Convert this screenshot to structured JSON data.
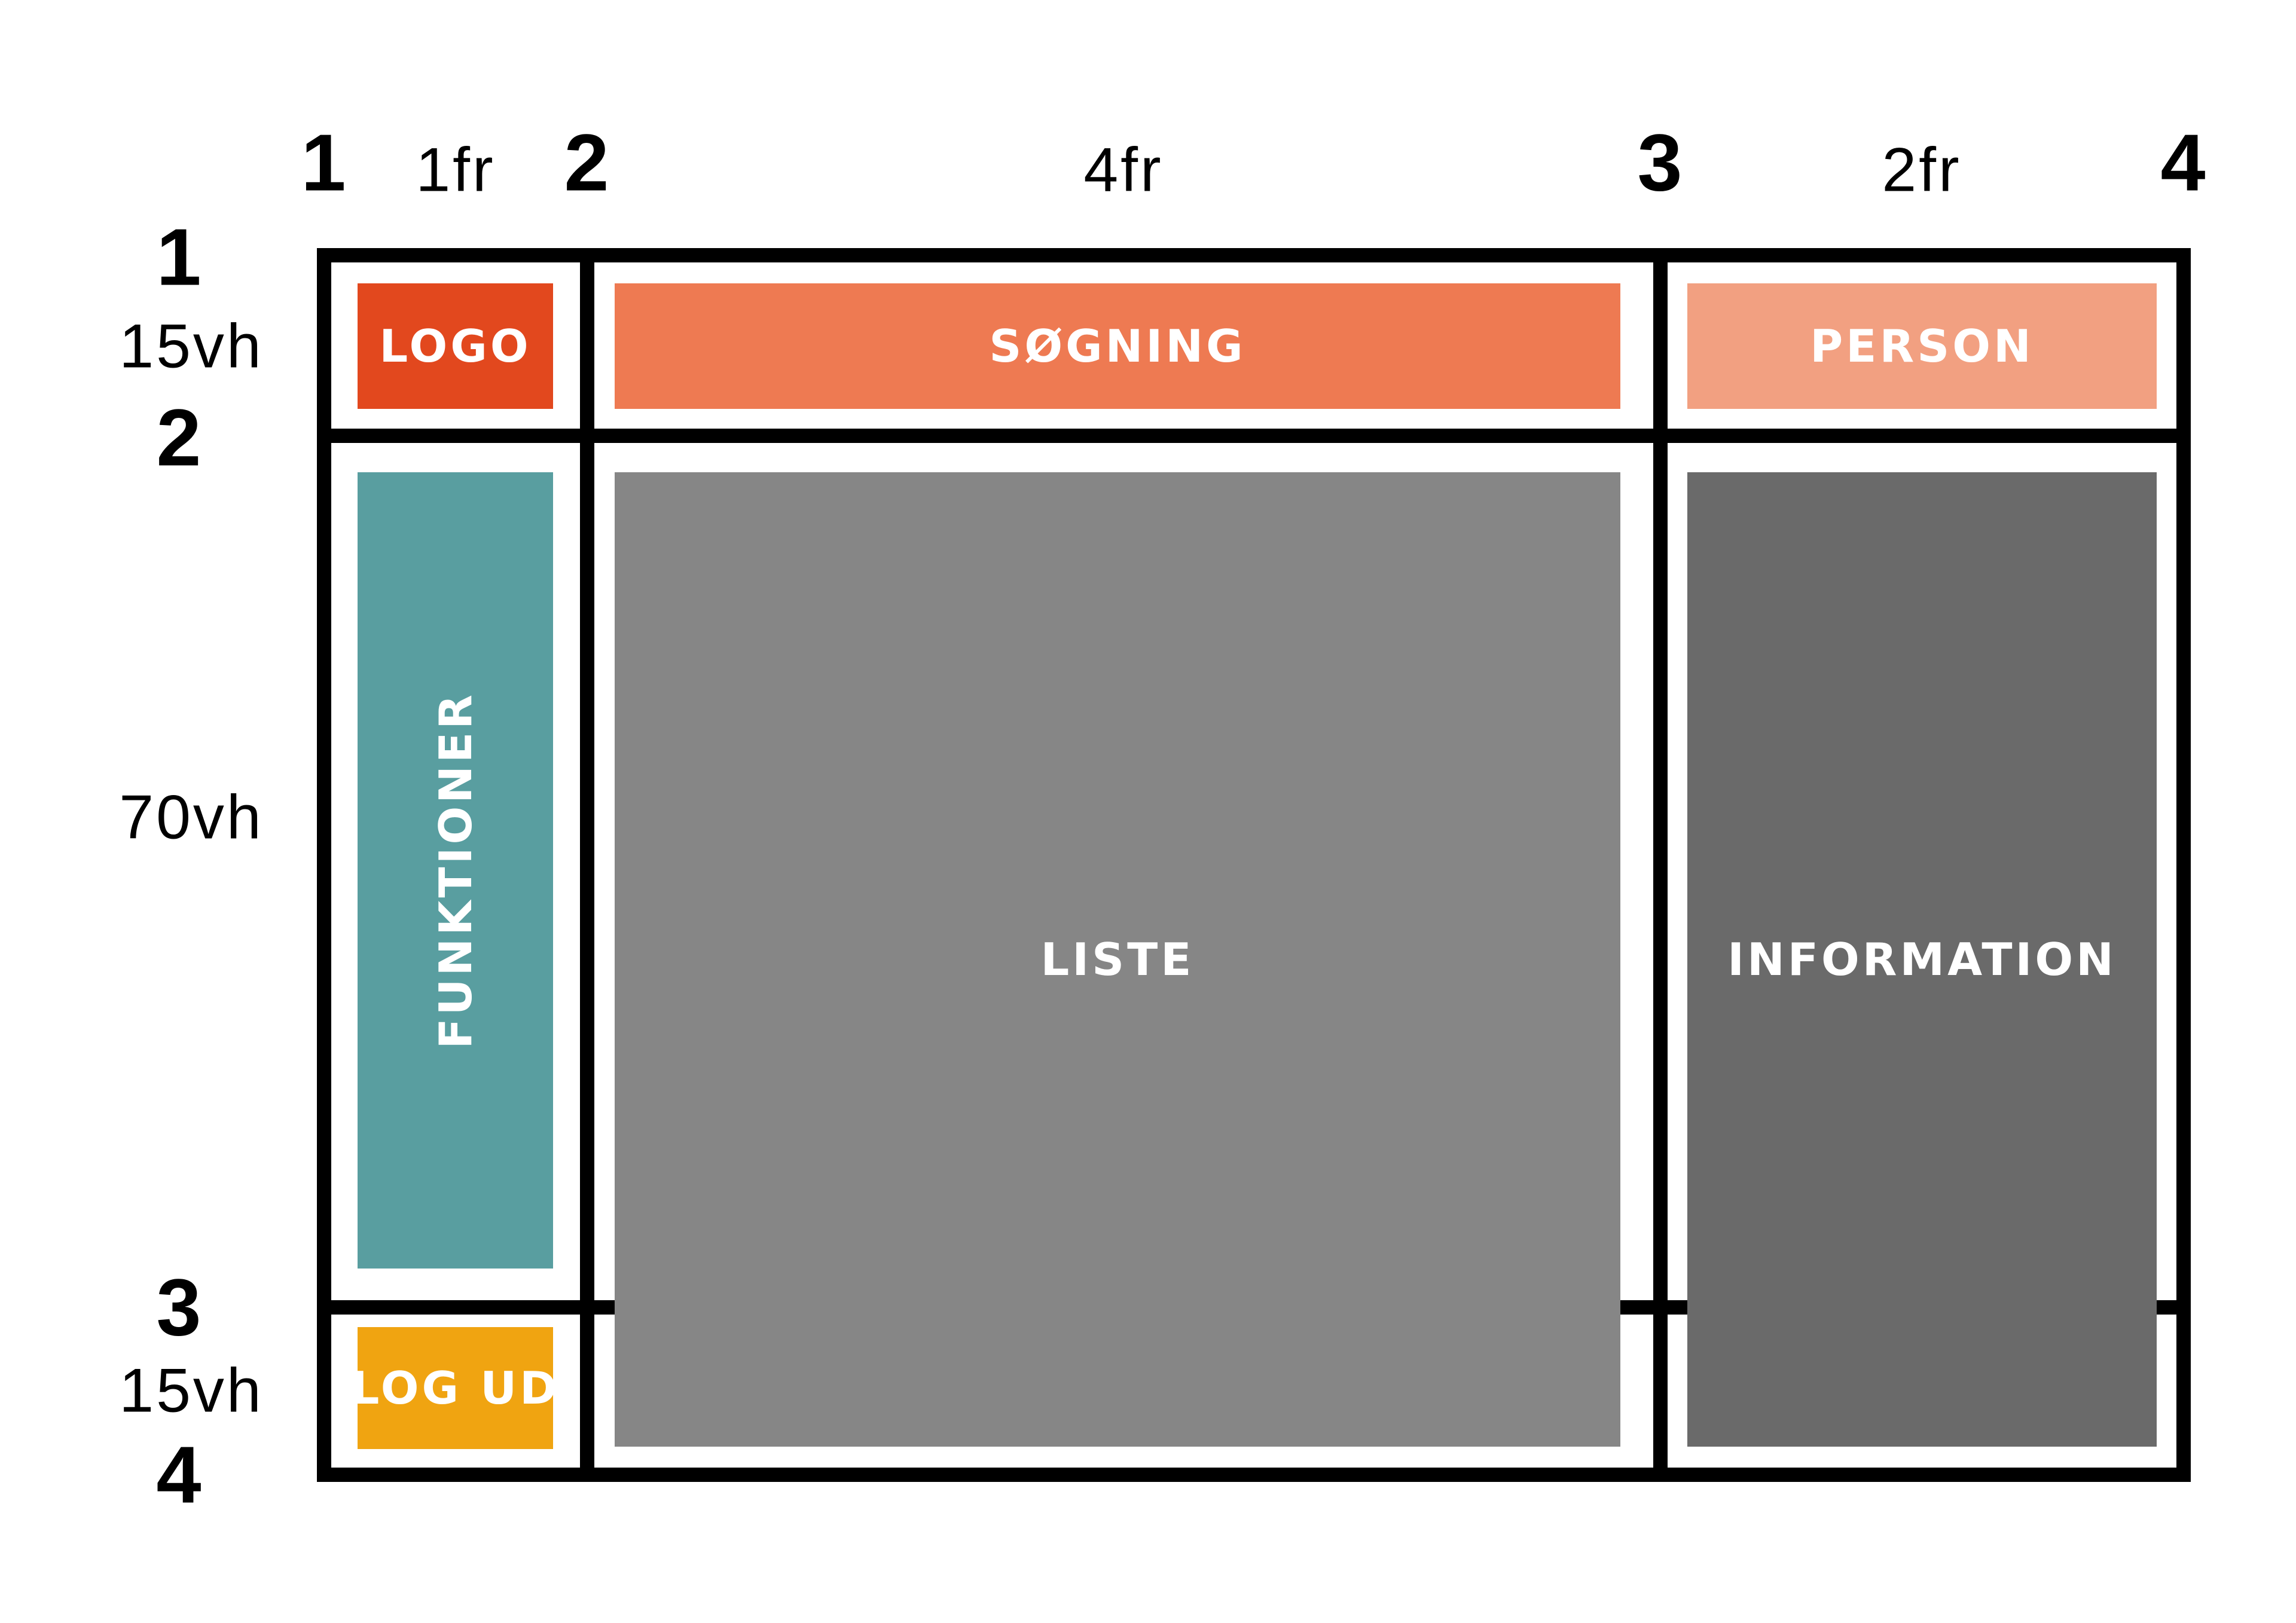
{
  "grid": {
    "column_line_numbers": [
      "1",
      "2",
      "3",
      "4"
    ],
    "column_track_sizes": [
      "1fr",
      "4fr",
      "2fr"
    ],
    "row_line_numbers": [
      "1",
      "2",
      "3",
      "4"
    ],
    "row_track_sizes": [
      "15vh",
      "70vh",
      "15vh"
    ],
    "line_color": "#000000",
    "background_color": "#ffffff",
    "areas": {
      "logo": {
        "label": "LOGO",
        "color": "#e2481e"
      },
      "soegning": {
        "label": "SØGNING",
        "color": "#ee7a52"
      },
      "person": {
        "label": "PERSON",
        "color": "#f2a081"
      },
      "funktioner": {
        "label": "FUNKTIONER",
        "color": "#599ea0"
      },
      "liste": {
        "label": "LISTE",
        "color": "#868686"
      },
      "information": {
        "label": "INFORMATION",
        "color": "#6a6a6a"
      },
      "log_ud": {
        "label": "LOG UD",
        "color": "#f0a411"
      }
    }
  }
}
